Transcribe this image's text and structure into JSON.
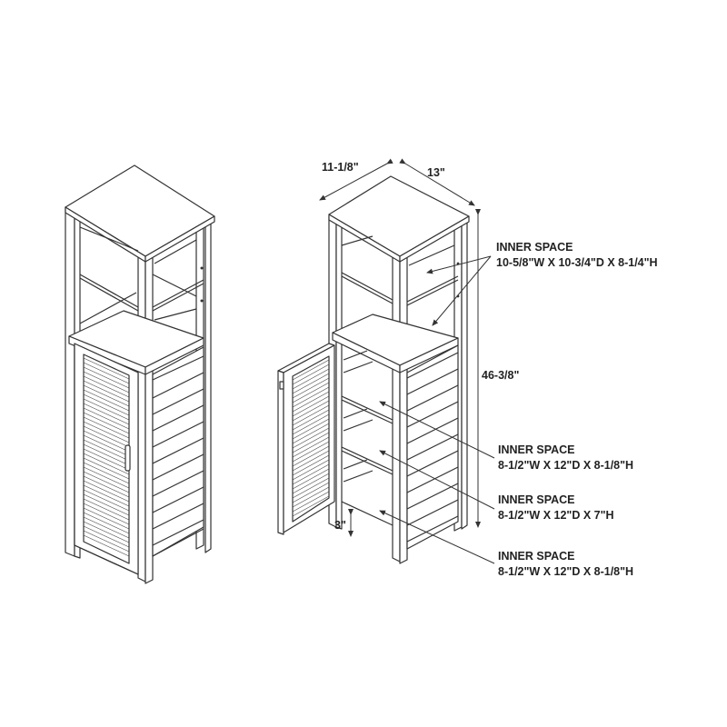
{
  "diagram": {
    "type": "furniture-dimension-drawing",
    "subject": "Tall linen cabinet with louvered door and open shelves",
    "views": [
      {
        "name": "closed-view",
        "description": "Cabinet with door closed"
      },
      {
        "name": "open-view",
        "description": "Cabinet with door open showing inner shelves"
      }
    ],
    "dimensions": {
      "width": "11-1/8\"",
      "depth": "13\"",
      "height": "46-3/8\"",
      "leg_clearance": "3\""
    },
    "inner_spaces": [
      {
        "title": "INNER SPACE",
        "size": "10-5/8\"W X 10-3/4\"D X 8-1/4\"H",
        "location": "upper open shelves"
      },
      {
        "title": "INNER SPACE",
        "size": "8-1/2\"W X 12\"D X 8-1/8\"H",
        "location": "cabinet top compartment"
      },
      {
        "title": "INNER SPACE",
        "size": "8-1/2\"W X 12\"D X 7\"H",
        "location": "cabinet middle compartment"
      },
      {
        "title": "INNER SPACE",
        "size": "8-1/2\"W X 12\"D X 8-1/8\"H",
        "location": "cabinet bottom compartment"
      }
    ],
    "colors": {
      "line": "#333333",
      "background": "#ffffff",
      "text": "#222222"
    }
  }
}
